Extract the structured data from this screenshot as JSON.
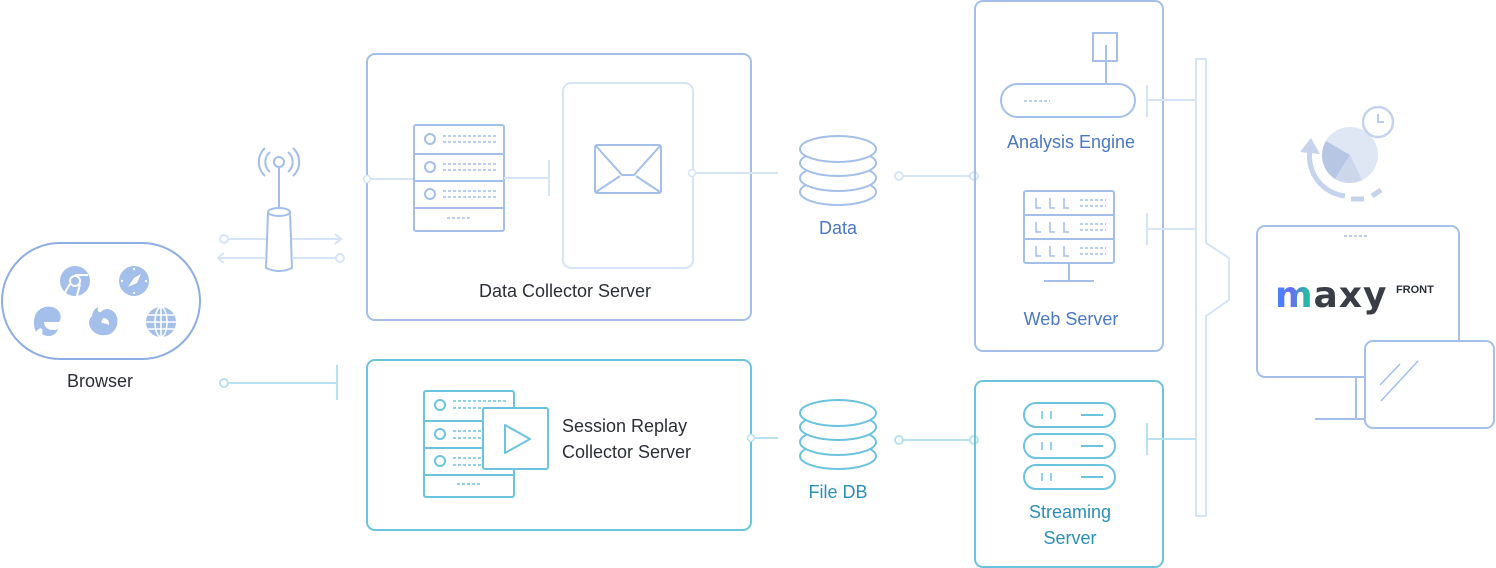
{
  "title": "maxy FRONT system architecture",
  "colors": {
    "blue": "#8eaee3",
    "blue_light": "#d6e4f8",
    "cyan": "#6cc3e0",
    "cyan_light": "#b8e2f0",
    "label_dark": "#2b2f36",
    "label_blue": "#4a78c2",
    "label_cyan": "#2a8fb8",
    "icon_fill": "#a3bfea"
  },
  "nodes": {
    "browser": {
      "label": "Browser",
      "icons": [
        "chrome-icon",
        "safari-icon",
        "edge-icon",
        "firefox-icon",
        "globe-icon"
      ]
    },
    "antenna": {
      "label": ""
    },
    "data_collector": {
      "label": "Data Collector Server"
    },
    "session_replay": {
      "label_line1": "Session Replay",
      "label_line2": "Collector Server"
    },
    "data_db": {
      "label": "Data"
    },
    "file_db": {
      "label": "File DB"
    },
    "analysis_engine": {
      "label": "Analysis Engine"
    },
    "web_server": {
      "label": "Web Server"
    },
    "streaming_server": {
      "label_line1": "Streaming",
      "label_line2": "Server"
    },
    "maxy_front": {
      "brand": "maxy",
      "suffix": "FRONT"
    }
  }
}
